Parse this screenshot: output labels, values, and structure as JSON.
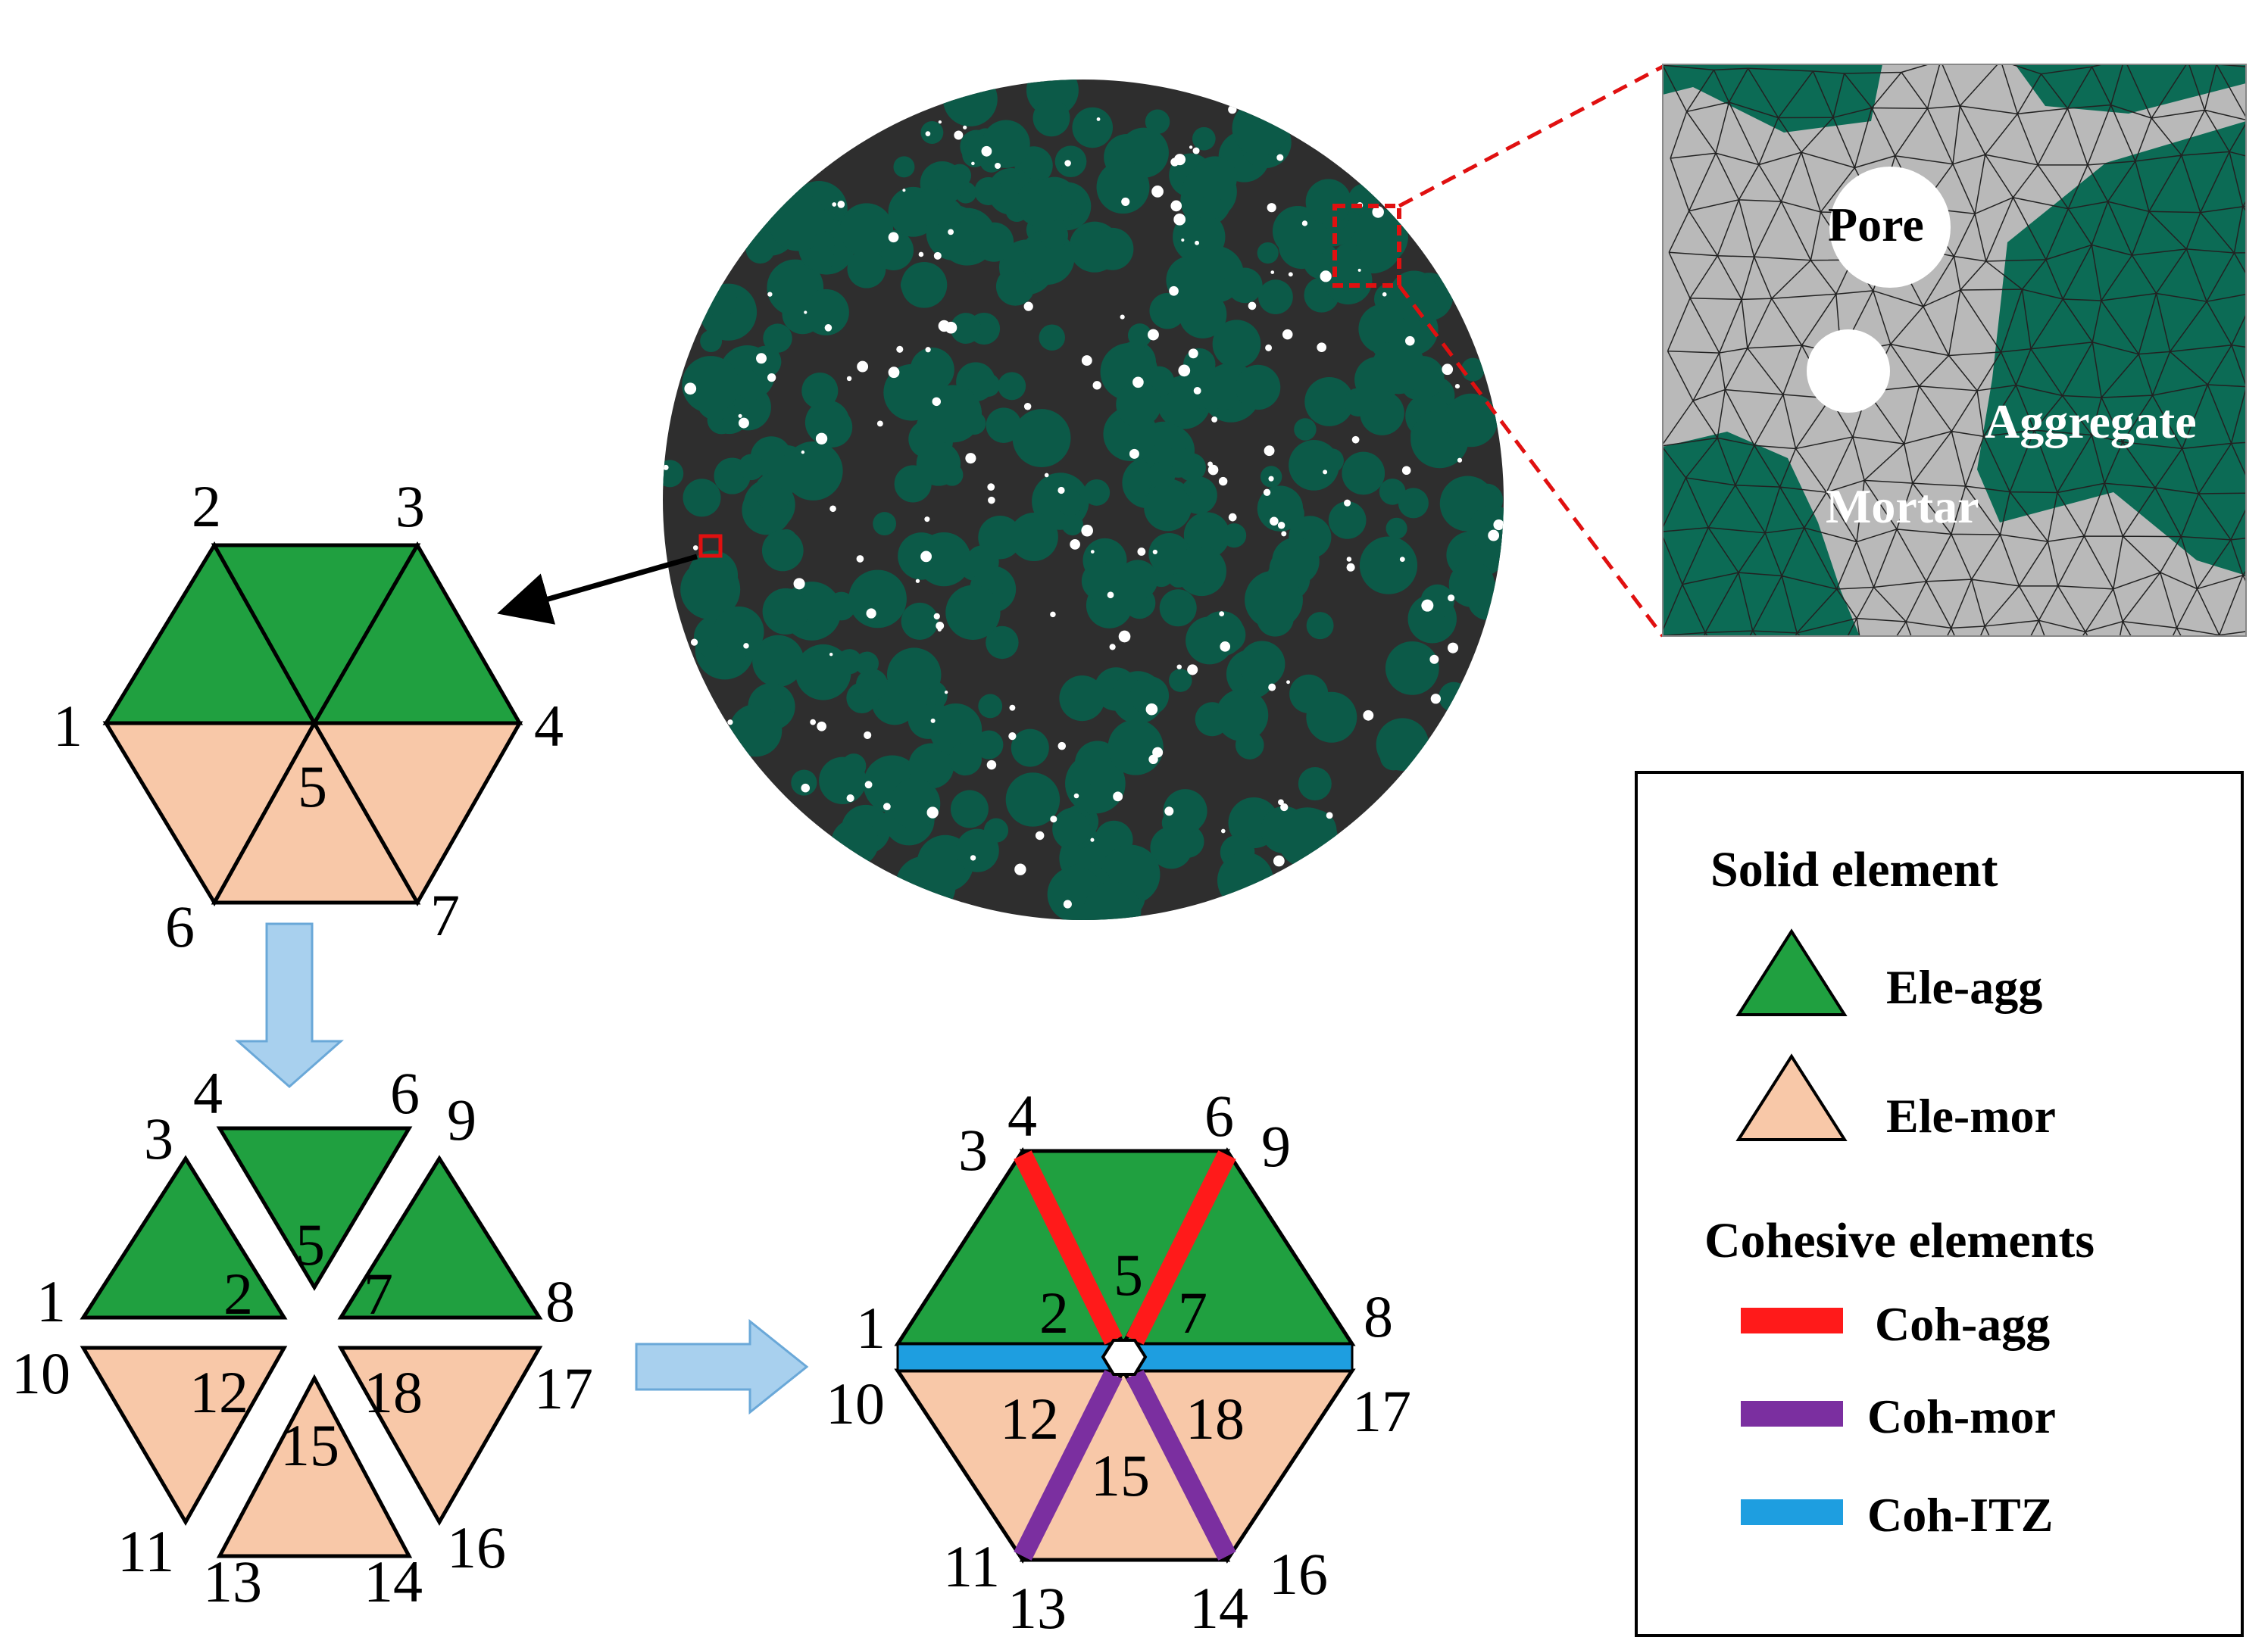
{
  "colors": {
    "aggregate": "#20a040",
    "mortar": "#f8c8a8",
    "coh_agg": "#ff1a1a",
    "coh_mor": "#7b2fa0",
    "coh_itz": "#1e9ee0",
    "mesh_agg": "#0c6b55",
    "mesh_mortar": "#b9b9b9",
    "arrow_blue": "#a8d0ee"
  },
  "inset": {
    "pore": "Pore",
    "aggregate": "Aggregate",
    "mortar": "Mortar"
  },
  "hex_original": {
    "nodes": [
      "1",
      "2",
      "3",
      "4",
      "5",
      "6",
      "7"
    ]
  },
  "hex_split": {
    "nodes": [
      "1",
      "2",
      "3",
      "4",
      "5",
      "6",
      "7",
      "8",
      "9",
      "10",
      "11",
      "12",
      "13",
      "14",
      "15",
      "16",
      "17",
      "18"
    ]
  },
  "hex_cohesive": {
    "nodes": [
      "1",
      "2",
      "3",
      "4",
      "5",
      "6",
      "7",
      "8",
      "9",
      "10",
      "11",
      "12",
      "13",
      "14",
      "15",
      "16",
      "17",
      "18"
    ]
  },
  "legend": {
    "solid_heading": "Solid element",
    "ele_agg": "Ele-agg",
    "ele_mor": "Ele-mor",
    "cohesive_heading": "Cohesive elements",
    "coh_agg": "Coh-agg",
    "coh_mor": "Coh-mor",
    "coh_itz": "Coh-ITZ"
  }
}
